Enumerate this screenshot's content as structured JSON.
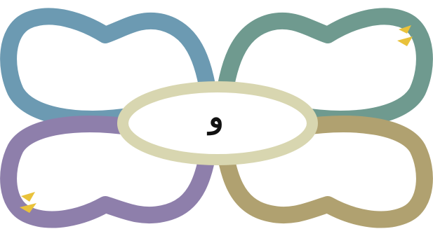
{
  "center": {
    "label": "و"
  },
  "petals": [
    {
      "id": "top-left",
      "color": "#6c9ab2"
    },
    {
      "id": "top-right",
      "color": "#6f9a8f"
    },
    {
      "id": "bottom-left",
      "color": "#8e7fab"
    },
    {
      "id": "bottom-right",
      "color": "#b0a170"
    }
  ],
  "colors": {
    "center_ring": "#d8d6b0",
    "accent_marks": "#e9c23b"
  }
}
